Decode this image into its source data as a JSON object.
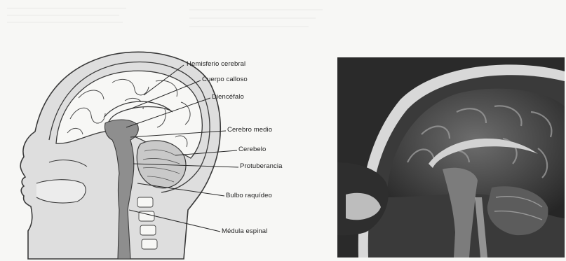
{
  "labels": {
    "cerebral_hemisphere": "Hemisferio cerebral",
    "corpus_callosum": "Cuerpo calloso",
    "diencephalon": "Diencéfalo",
    "midbrain": "Cerebro medio",
    "cerebellum": "Cerebelo",
    "pons": "Protuberancia",
    "medulla": "Bulbo raquídeo",
    "spinal_cord": "Médula espinal"
  },
  "colors": {
    "paper": "#f7f7f5",
    "ink": "#3a3a3a",
    "brainstem_fill": "#8e8e8e",
    "cerebellum_fill": "#c9c9c9",
    "skin_fill": "#dedede",
    "mri_background": "#2a2a2a"
  }
}
